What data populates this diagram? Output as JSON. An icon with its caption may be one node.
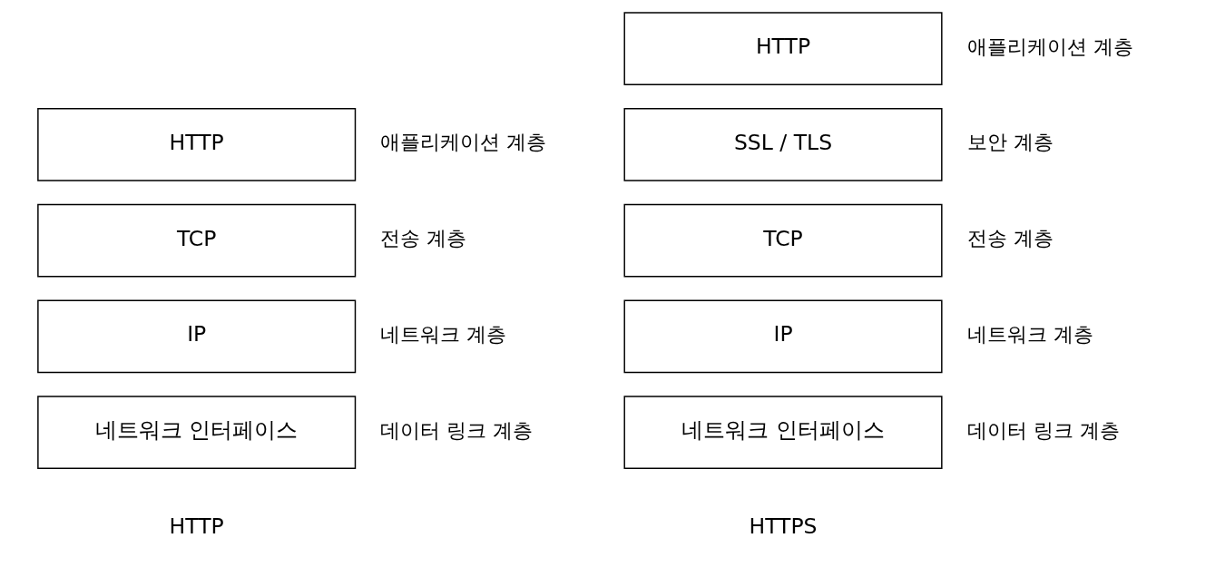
{
  "diagram": {
    "nodes": [
      {
        "text": [
          "HTTP"
        ],
        "beside": [
          "애플리케이션 계층"
        ]
      },
      {
        "text": [
          "TCP"
        ],
        "beside": [
          "전송 계층"
        ]
      },
      {
        "text": [
          "IP"
        ],
        "beside": [
          "네트워크 계층"
        ]
      },
      {
        "text": [
          "네트워크 인터페이스"
        ],
        "beside": [
          "데이터 링크 계층"
        ]
      },
      {
        "text": [
          "HTTP"
        ],
        "beside": [
          "애플리케이션 계층"
        ]
      },
      {
        "text": [
          "SSL / TLS"
        ],
        "beside": [
          "보안 계층"
        ]
      },
      {
        "text": [
          "TCP"
        ],
        "beside": [
          "전송 계층"
        ]
      },
      {
        "text": [
          "IP"
        ],
        "beside": [
          "네트워크 계층"
        ]
      },
      {
        "text": [
          "네트워크 인터페이스"
        ],
        "beside": [
          "데이터 링크 계층"
        ]
      }
    ],
    "edges": [],
    "labels": [
      "HTTP",
      "HTTPS"
    ]
  }
}
